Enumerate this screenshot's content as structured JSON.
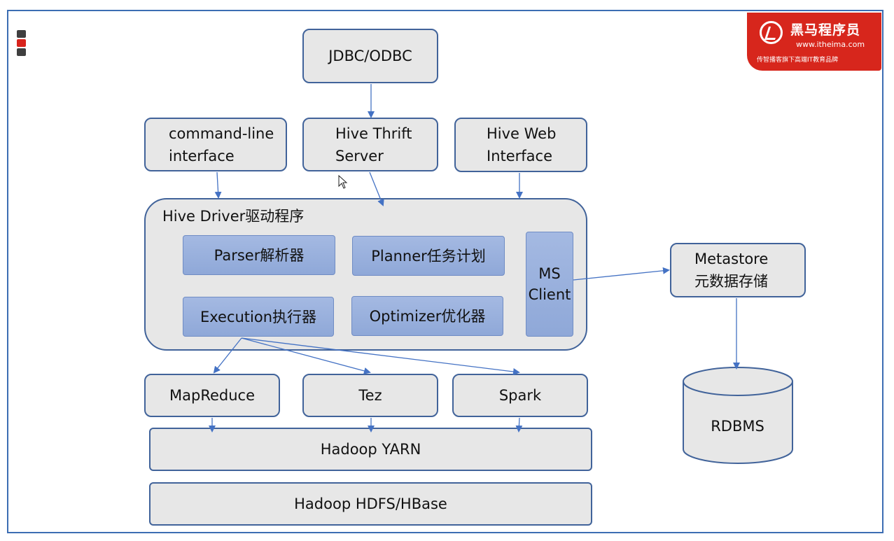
{
  "logo": {
    "brand": "黑马程序员",
    "url": "www.itheima.com",
    "slogan": "传智播客旗下高端IT教育品牌"
  },
  "nodes": {
    "jdbc": "JDBC/ODBC",
    "cli": "command-line\ninterface",
    "thrift": "Hive Thrift\nServer",
    "web": "Hive Web\nInterface",
    "driver": "Hive Driver驱动程序",
    "parser": "Parser解析器",
    "planner": "Planner任务计划",
    "execution": "Execution执行器",
    "optimizer": "Optimizer优化器",
    "ms_client": "MS\nClient",
    "metastore": "Metastore\n元数据存储",
    "rdbms": "RDBMS",
    "mapreduce": "MapReduce",
    "tez": "Tez",
    "spark": "Spark",
    "yarn": "Hadoop YARN",
    "hdfs": "Hadoop HDFS/HBase"
  },
  "colors": {
    "border": "#41639a",
    "box_fill": "#e7e7e7",
    "inner_fill": "#9fb4df",
    "arrow": "#4472c4",
    "frame": "#3c6db3",
    "logo_red": "#d7261c"
  }
}
